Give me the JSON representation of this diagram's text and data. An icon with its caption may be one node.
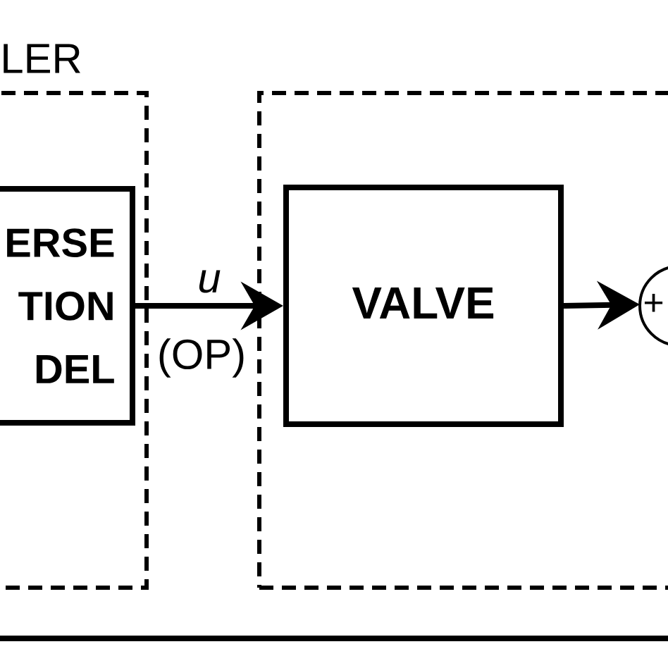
{
  "diagram": {
    "nodes": [
      {
        "text": [
          "LER"
        ]
      },
      {
        "text": [
          "ERSE TION DEL"
        ],
        "in": 0
      },
      {
        "text": [],
        "shape": "box"
      },
      {
        "text": [
          "VALVE"
        ],
        "in": 2
      },
      {
        "text": [
          "+"
        ],
        "in": 2
      }
    ],
    "edges": [
      {
        "from": 1,
        "to": 3,
        "arrow": "to",
        "label": "u"
      },
      {
        "from": 3,
        "to": 4,
        "arrow": "to"
      }
    ],
    "labels": [
      "(OP)"
    ]
  }
}
